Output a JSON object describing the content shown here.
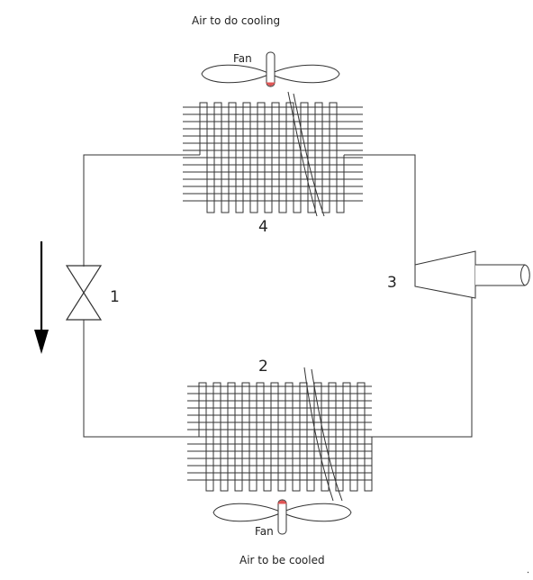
{
  "labels": {
    "top_caption": "Air to do cooling",
    "bottom_caption": "Air to be cooled",
    "top_fan": "Fan",
    "bottom_fan": "Fan",
    "num_1": "1",
    "num_2": "2",
    "num_3": "3",
    "num_4": "4"
  },
  "colors": {
    "line": "#333333",
    "fan_tip": "#e05555",
    "background": "#ffffff"
  }
}
